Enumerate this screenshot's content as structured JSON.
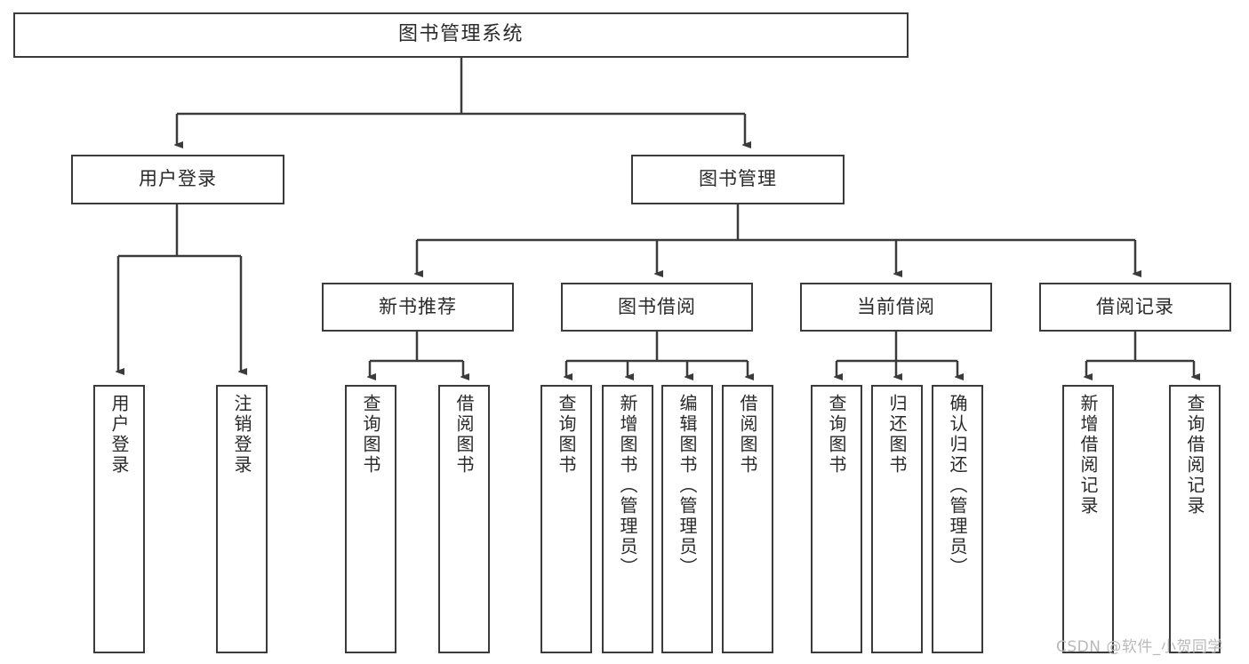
{
  "diagram": {
    "title": "图书管理系统",
    "type": "hierarchy-tree",
    "root": {
      "id": "root",
      "label": "图书管理系统"
    },
    "level2": [
      {
        "id": "user-login",
        "label": "用户登录"
      },
      {
        "id": "book-management",
        "label": "图书管理"
      }
    ],
    "level3": [
      {
        "id": "new-book-recommend",
        "label": "新书推荐",
        "parent": "book-management"
      },
      {
        "id": "book-borrow",
        "label": "图书借阅",
        "parent": "book-management"
      },
      {
        "id": "current-borrow",
        "label": "当前借阅",
        "parent": "book-management"
      },
      {
        "id": "borrow-record",
        "label": "借阅记录",
        "parent": "book-management"
      }
    ],
    "leaves": [
      {
        "id": "leaf-user-login",
        "label": "用户登录",
        "parent": "user-login"
      },
      {
        "id": "leaf-logout-login",
        "label": "注销登录",
        "parent": "user-login"
      },
      {
        "id": "leaf-query-book-1",
        "label": "查询图书",
        "parent": "new-book-recommend"
      },
      {
        "id": "leaf-borrow-book-1",
        "label": "借阅图书",
        "parent": "new-book-recommend"
      },
      {
        "id": "leaf-query-book-2",
        "label": "查询图书",
        "parent": "book-borrow"
      },
      {
        "id": "leaf-add-book",
        "label": "新增图书（管理员）",
        "parent": "book-borrow"
      },
      {
        "id": "leaf-edit-book",
        "label": "编辑图书（管理员）",
        "parent": "book-borrow"
      },
      {
        "id": "leaf-borrow-book-2",
        "label": "借阅图书",
        "parent": "book-borrow"
      },
      {
        "id": "leaf-query-book-3",
        "label": "查询图书",
        "parent": "current-borrow"
      },
      {
        "id": "leaf-return-book",
        "label": "归还图书",
        "parent": "current-borrow"
      },
      {
        "id": "leaf-confirm-return",
        "label": "确认归还（管理员）",
        "parent": "current-borrow"
      },
      {
        "id": "leaf-add-record",
        "label": "新增借阅记录",
        "parent": "borrow-record"
      },
      {
        "id": "leaf-query-record",
        "label": "查询借阅记录",
        "parent": "borrow-record"
      }
    ],
    "colors": {
      "stroke": "#3b3b3b",
      "fill": "#ffffff",
      "text": "#2a2a2a",
      "watermark": "#b9b9b9"
    }
  },
  "watermark": {
    "text": "CSDN @软件_小贺同学"
  }
}
